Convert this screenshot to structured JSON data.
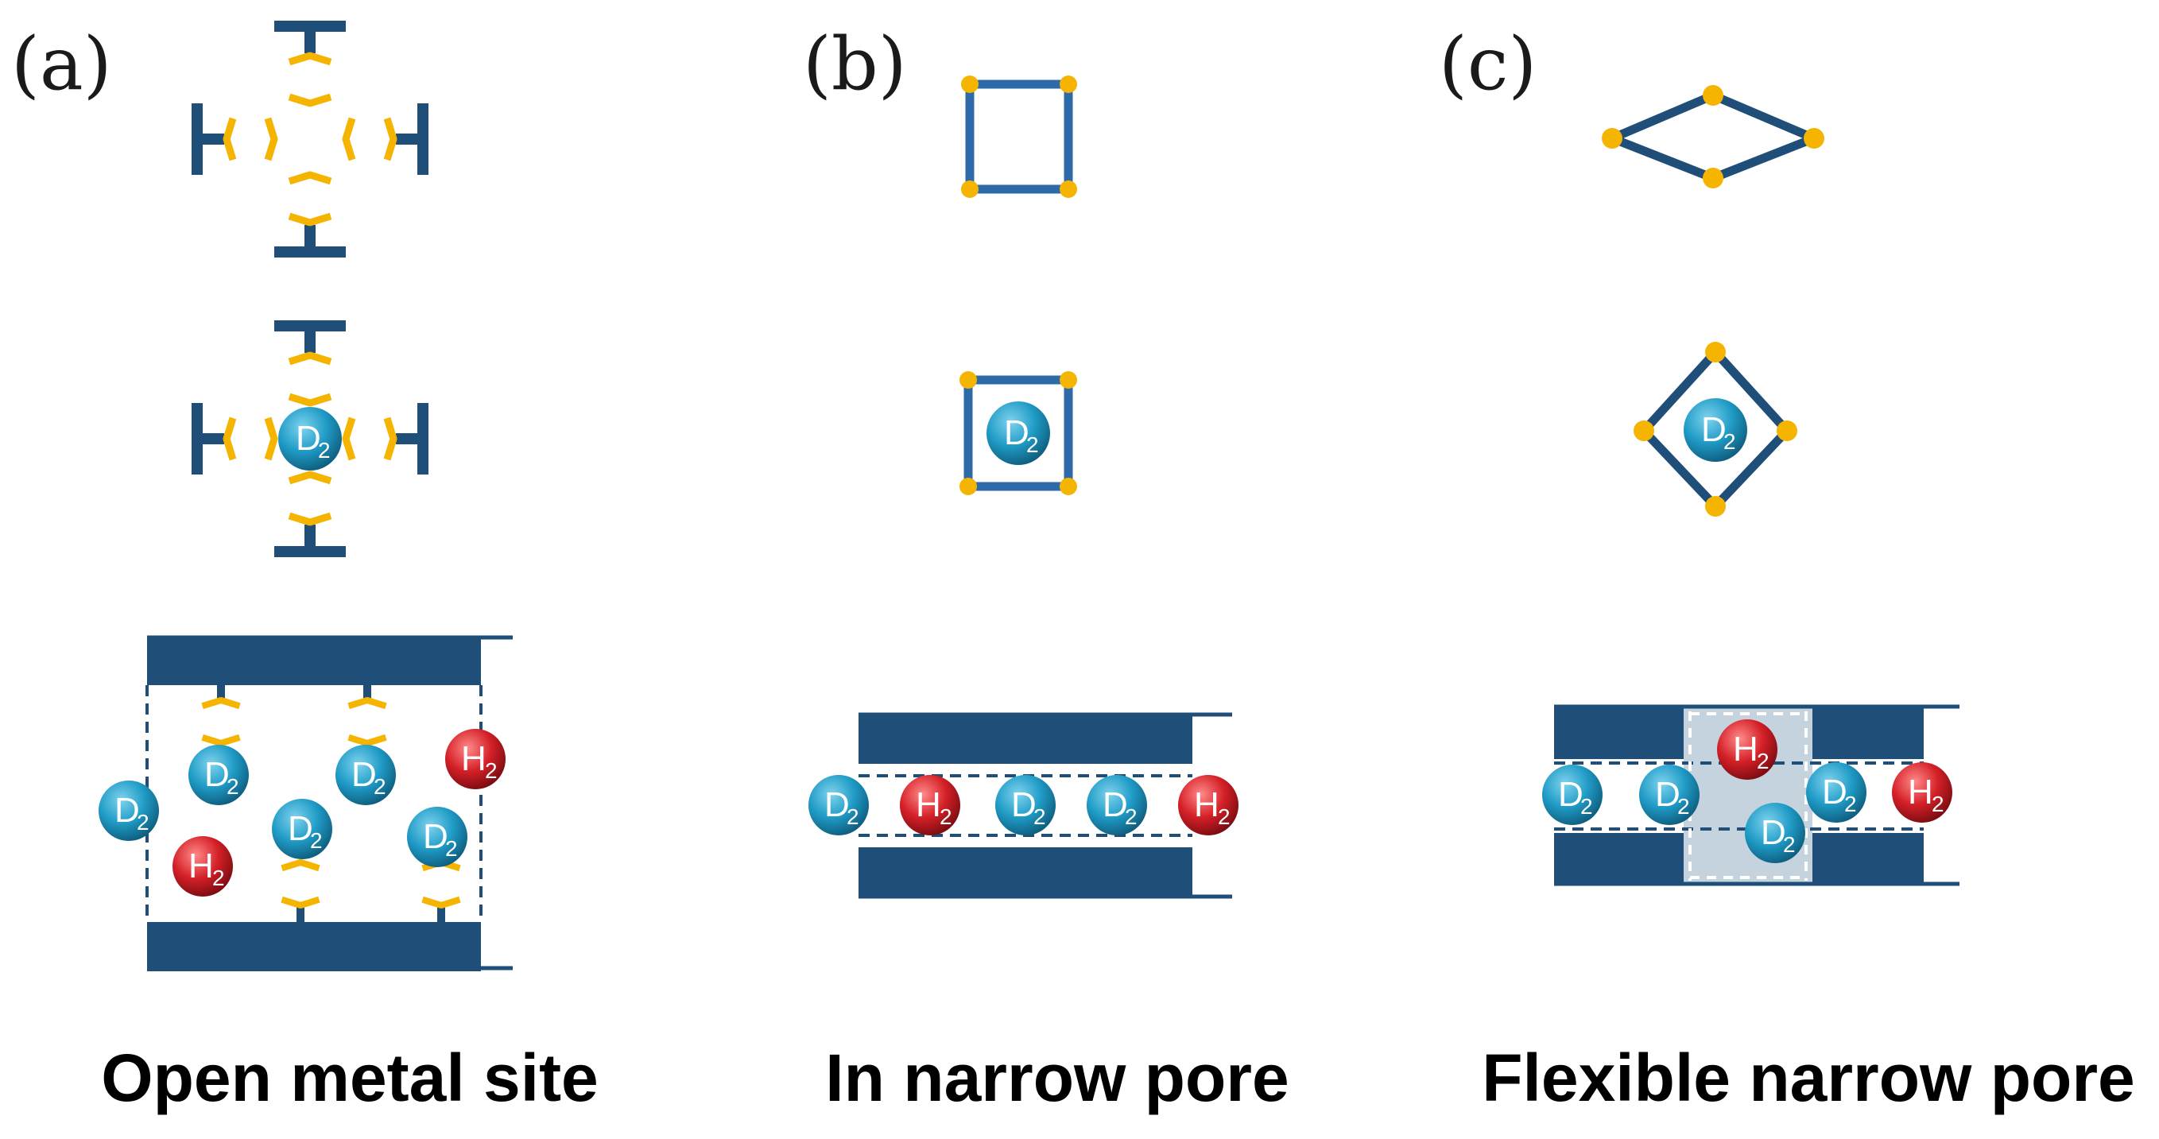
{
  "panels": [
    {
      "label": "(a)",
      "caption": "Open metal site"
    },
    {
      "label": "(b)",
      "caption": "In narrow pore"
    },
    {
      "label": "(c)",
      "caption": "Flexible narrow pore"
    }
  ],
  "molecules": {
    "d2": {
      "main": "D",
      "sub": "2"
    },
    "h2": {
      "main": "H",
      "sub": "2"
    }
  },
  "colors": {
    "framework": "#1f4e79",
    "linker": "#2e6aa8",
    "metal_site": "#f4b400",
    "d2_fill": "#1f9bc6",
    "h2_fill": "#d42027",
    "pore_window": "#c5d3df"
  }
}
